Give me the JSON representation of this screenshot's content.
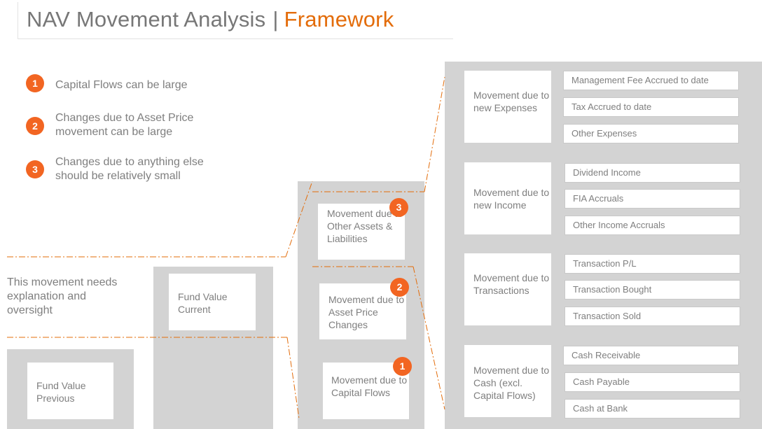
{
  "header": {
    "title_main": "NAV Movement Analysis",
    "title_sep": "|",
    "title_accent": "Framework"
  },
  "notes": [
    {
      "badge": "1",
      "text": "Capital Flows  can be large"
    },
    {
      "badge": "2",
      "text": "Changes due to Asset Price movement  can be large"
    },
    {
      "badge": "3",
      "text": "Changes due to anything else should be relatively small"
    }
  ],
  "side_note": "This movement  needs explanation  and oversight",
  "fund_previous": "Fund Value Previous",
  "fund_current": "Fund Value Current",
  "middle": [
    {
      "badge": "3",
      "label": "Movement due to Other Assets & Liabilities"
    },
    {
      "badge": "2",
      "label": "Movement due to Asset Price Changes"
    },
    {
      "badge": "1",
      "label": "Movement due to Capital Flows"
    }
  ],
  "groups": [
    {
      "label": "Movement due to new Expenses",
      "items": [
        "Management  Fee Accrued to date",
        "Tax Accrued to date",
        "Other Expenses"
      ]
    },
    {
      "label": "Movement due to new Income",
      "items": [
        "Dividend  Income",
        "FIA Accruals",
        "Other Income  Accruals"
      ]
    },
    {
      "label": "Movement due to Transactions",
      "items": [
        "Transaction P/L",
        "Transaction Bought",
        "Transaction Sold"
      ]
    },
    {
      "label": "Movement due to Cash (excl. Capital Flows)",
      "items": [
        "Cash Receivable",
        "Cash Payable",
        "Cash at Bank"
      ]
    }
  ],
  "colors": {
    "accent": "#e36c0a",
    "badge": "#f26522",
    "panel": "#d3d3d3",
    "text": "#7f7f7f"
  }
}
